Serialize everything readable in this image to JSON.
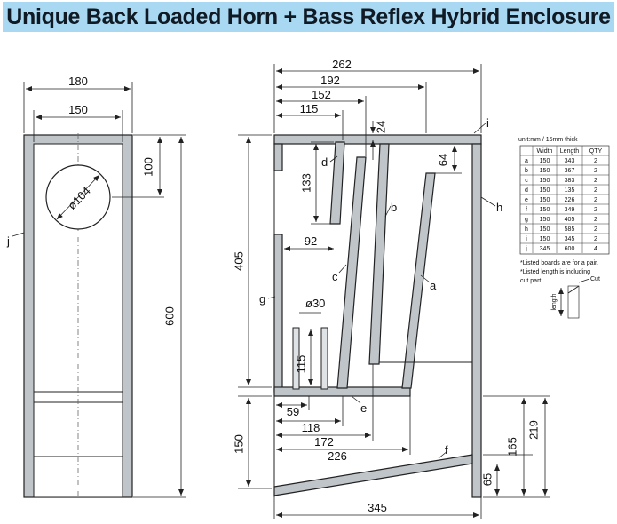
{
  "title": "Unique Back Loaded Horn + Bass Reflex Hybrid Enclosure",
  "front_view": {
    "dims": {
      "outer_width": "180",
      "inner_width": "150",
      "hole_offset": "100",
      "height": "600",
      "hole_diameter": "ø104"
    },
    "labels": {
      "j": "j"
    }
  },
  "side_view": {
    "dims": {
      "d262": "262",
      "d192": "192",
      "d152": "152",
      "d115": "115",
      "d24": "24",
      "d64": "64",
      "d133": "133",
      "d92": "92",
      "d405": "405",
      "d30": "ø30",
      "d115b": "115",
      "d59": "59",
      "d118": "118",
      "d172": "172",
      "d226": "226",
      "d150": "150",
      "d165": "165",
      "d219": "219",
      "d65": "65",
      "d345": "345"
    },
    "labels": {
      "a": "a",
      "b": "b",
      "c": "c",
      "d": "d",
      "e": "e",
      "f": "f",
      "g": "g",
      "h": "h",
      "i": "i"
    }
  },
  "parts_table": {
    "caption": "unit:mm / 15mm thick",
    "headers": [
      "",
      "Width",
      "Length",
      "QTY"
    ],
    "rows": [
      [
        "a",
        "150",
        "343",
        "2"
      ],
      [
        "b",
        "150",
        "367",
        "2"
      ],
      [
        "c",
        "150",
        "383",
        "2"
      ],
      [
        "d",
        "150",
        "135",
        "2"
      ],
      [
        "e",
        "150",
        "226",
        "2"
      ],
      [
        "f",
        "150",
        "349",
        "2"
      ],
      [
        "g",
        "150",
        "405",
        "2"
      ],
      [
        "h",
        "150",
        "585",
        "2"
      ],
      [
        "i",
        "150",
        "345",
        "2"
      ],
      [
        "j",
        "345",
        "600",
        "4"
      ]
    ],
    "notes": [
      "*Listed boards are for a pair.",
      "*Listed length is including",
      "  cut part."
    ],
    "detail_labels": {
      "cut": "Cut",
      "length": "length"
    }
  }
}
